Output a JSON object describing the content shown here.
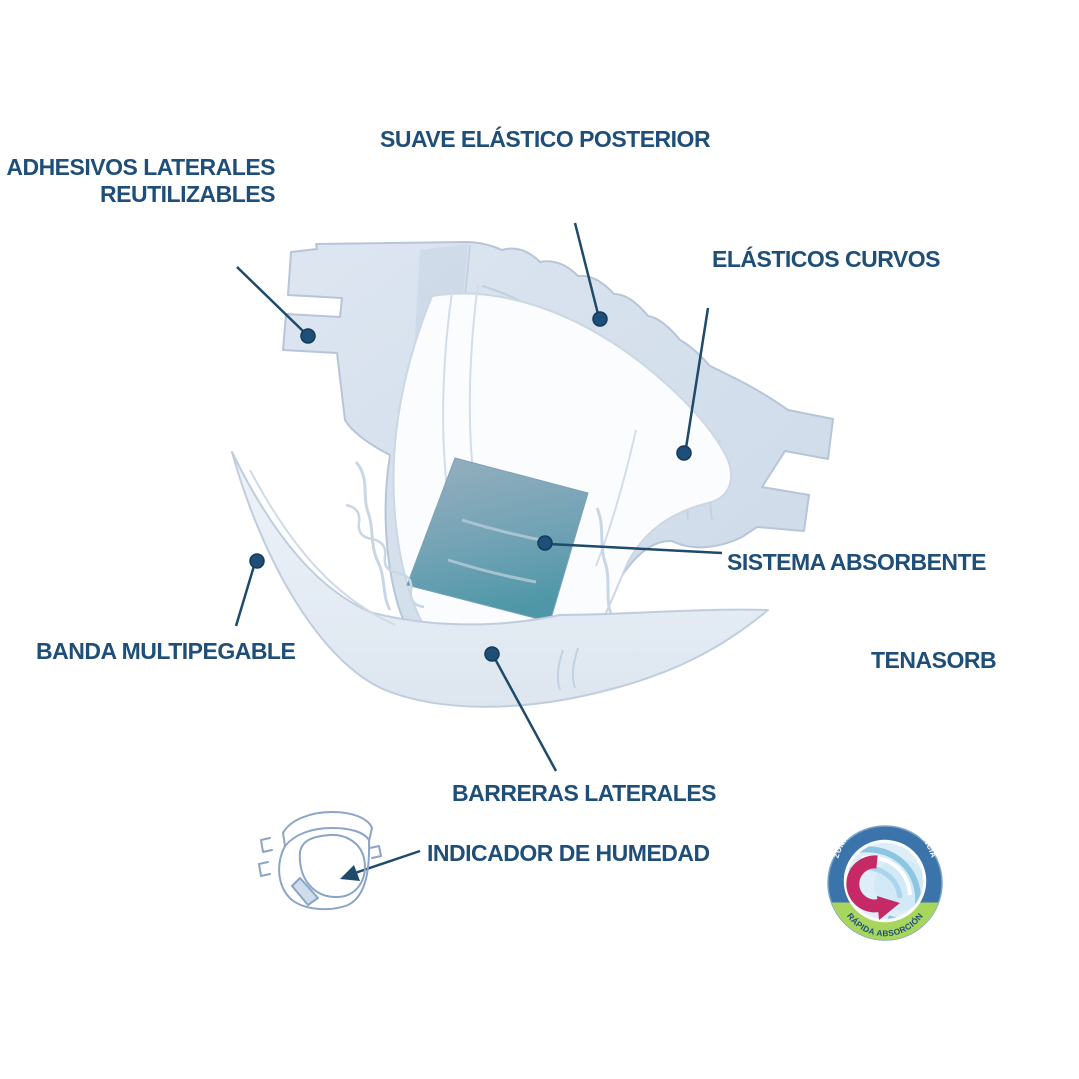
{
  "diagram": {
    "title_context": "diaper-features-diagram",
    "labels": {
      "suave_elastico": "SUAVE ELÁSTICO POSTERIOR",
      "adhesivos_line1": "ADHESIVOS LATERALES",
      "adhesivos_line2": "REUTILIZABLES",
      "elasticos_curvos": "ELÁSTICOS CURVOS",
      "sistema_absorbente": "SISTEMA ABSORBENTE",
      "tenasorb": "TENASORB",
      "banda_multipegable": "BANDA MULTIPEGABLE",
      "barreras_laterales": "BARRERAS LATERALES",
      "indicador_humedad": "INDICADOR DE HUMEDAD"
    },
    "badge": {
      "top_arc_text": "ZONA DE ULTRAABSORBENCIA",
      "bottom_arc_text": "RÁPIDA ABSORCIÓN"
    },
    "colors": {
      "label_text": "#1f4e78",
      "leader_line": "#1e4a6b",
      "leader_dot": "#1d4f79",
      "backsheet_blue": "#d9e3ef",
      "topsheet_white": "#fbfcfe",
      "core_teal_top": "#97afbe",
      "core_teal_bottom": "#569aae",
      "badge_ring_blue": "#3b74ab",
      "badge_band_green": "#a8d55e",
      "badge_arrow_crimson": "#c52a66",
      "mini_icon_outline": "#8ba5c7"
    }
  }
}
